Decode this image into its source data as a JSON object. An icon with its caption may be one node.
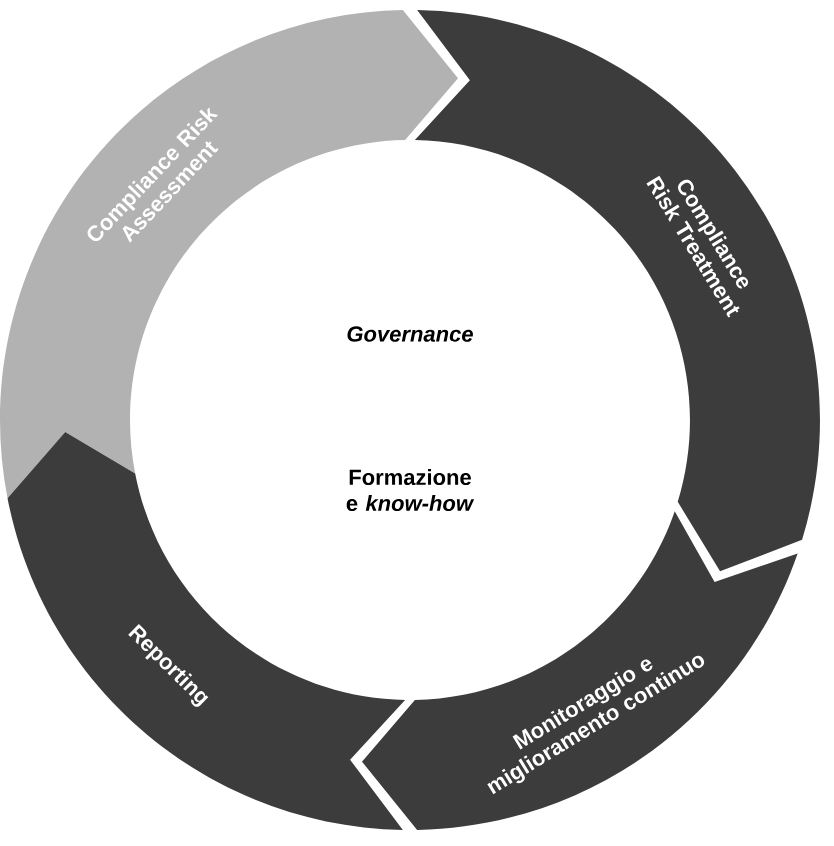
{
  "diagram": {
    "nodes": [
      {
        "text": [
          "Compliance Risk Assessment"
        ]
      },
      {
        "text": [
          "Compliance Risk Treatment"
        ]
      },
      {
        "text": [
          "Monitoraggio e miglioramento continuo"
        ]
      },
      {
        "text": [
          "Reporting"
        ]
      }
    ],
    "labels": [
      "Governance",
      "Formazione e *know-how*"
    ]
  }
}
